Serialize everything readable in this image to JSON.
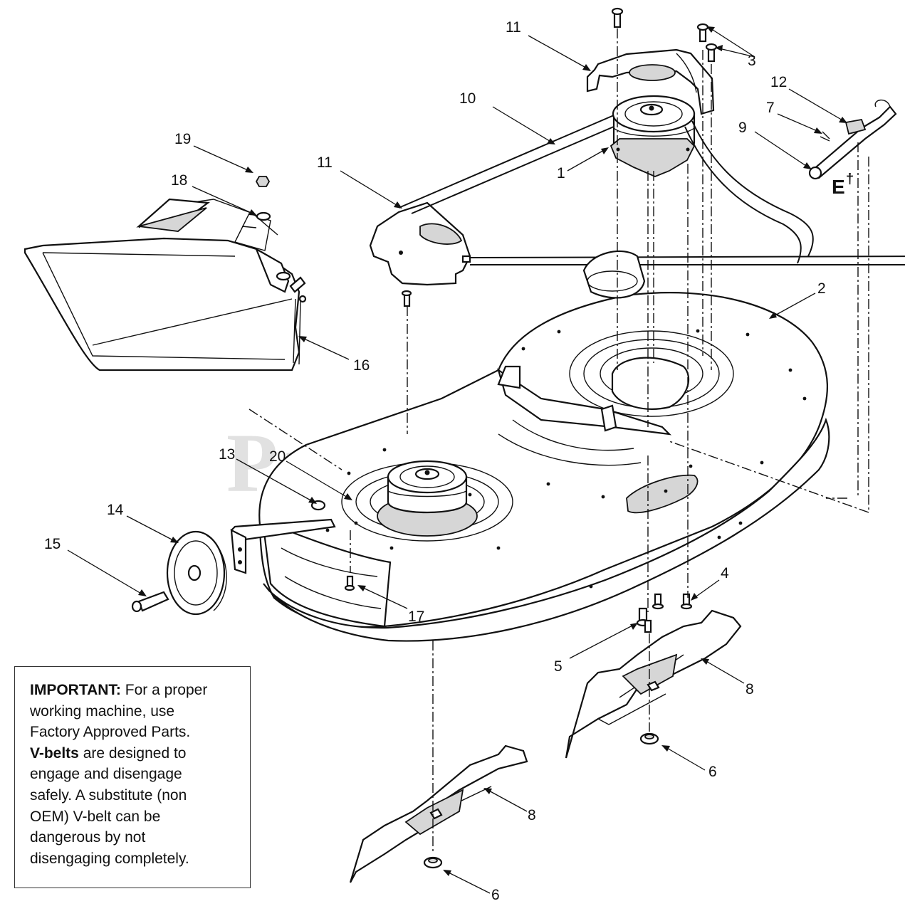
{
  "watermark": "PartsTree",
  "callouts": {
    "c1": "1",
    "c2": "2",
    "c3": "3",
    "c4": "4",
    "c5": "5",
    "c6a": "6",
    "c6b": "6",
    "c7": "7",
    "c8a": "8",
    "c8b": "8",
    "c9": "9",
    "c10": "10",
    "c11a": "11",
    "c11b": "11",
    "c12": "12",
    "c13": "13",
    "c14": "14",
    "c15": "15",
    "c16": "16",
    "c17": "17",
    "c18": "18",
    "c19": "19",
    "c20": "20"
  },
  "marker": {
    "letter": "E",
    "sup": "†"
  },
  "notice": {
    "l1_bold": "IMPORTANT:",
    "l1_rest": " For a proper",
    "l2": "working machine, use",
    "l3": "Factory Approved Parts.",
    "l4_bold": "V-belts",
    "l4_rest": " are designed to",
    "l5": "engage and disengage",
    "l6": "safely. A substitute (non",
    "l7": "OEM) V-belt can be",
    "l8": "dangerous by not",
    "l9": "disengaging completely."
  }
}
